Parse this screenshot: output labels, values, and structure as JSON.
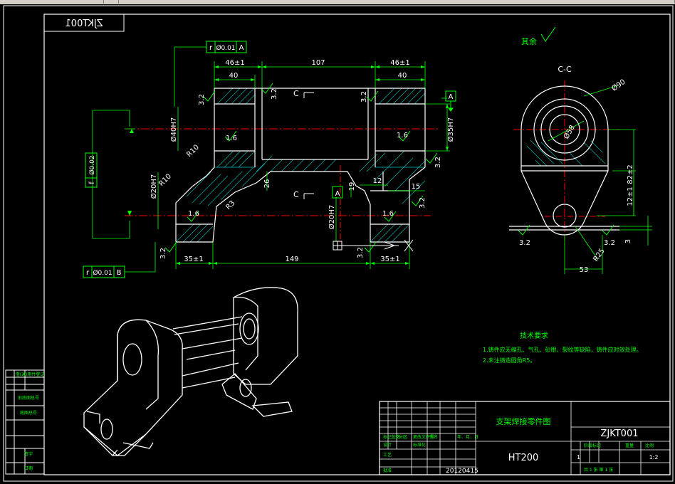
{
  "drawing": {
    "code_stamp": "ZJKT001",
    "roughness_note": "其余",
    "section_label": "C-C",
    "section_mark_top": "C",
    "section_mark_bottom": "C",
    "datum_a": "A",
    "datum_b": "B",
    "tolerance_parallel_top": {
      "symbol": "r",
      "value": "Ø0.01",
      "datum": "A"
    },
    "tolerance_parallel_bottom": {
      "symbol": "r",
      "value": "Ø0.01",
      "datum": "B"
    },
    "tolerance_flatness": {
      "symbol": "f",
      "value": "Ø0.02"
    },
    "dims": {
      "d46a": "46±1",
      "d107": "107",
      "d46b": "46±1",
      "d40a": "40",
      "d40b": "40",
      "d40h7": "Ø40H7",
      "d35h7": "Ø35H7",
      "d20h7a": "Ø20H7",
      "d20h7b": "Ø20H7",
      "r10a": "R10",
      "r10b": "R10",
      "r3": "R3",
      "d26": "26",
      "d12": "12",
      "d15": "15",
      "d19": "19",
      "d35a": "35±1",
      "d149": "149",
      "d35b": "35±1",
      "d90": "Ø90",
      "d58": "Ø58",
      "d82": "82±2",
      "d12b": "12±1",
      "d3": "3",
      "r25": "R25",
      "d53": "53"
    },
    "roughness": {
      "r32": "3.2",
      "r16": "1.6"
    }
  },
  "tech_requirements": {
    "title": "技术要求",
    "items": [
      "1.铸件应无缩孔、气孔、砂眼、裂纹等缺陷，铸件应时效处理。",
      "2.未注铸造圆角R5。"
    ]
  },
  "title_block": {
    "part_name": "支架焊接零件图",
    "material": "HT200",
    "drawing_no": "ZJKT001",
    "date": "20120415",
    "scale": "1:2",
    "row_labels": [
      "标记",
      "处数",
      "分区",
      "更改文件号",
      "签名",
      "年、月、日"
    ],
    "designer_label": "设计",
    "standard_label": "标准化",
    "process_label": "工艺",
    "approve_label": "批准",
    "stage_label": "阶段标记",
    "weight_label": "重量",
    "scale_label": "比例",
    "sheet_label": "共 1 张  第 1 张",
    "sheet_total": "1",
    "sheet_no": "1"
  },
  "left_block": {
    "cells": [
      "借(通)用件登记",
      "旧底图总号",
      "底图总号",
      "签字",
      "日期"
    ]
  }
}
